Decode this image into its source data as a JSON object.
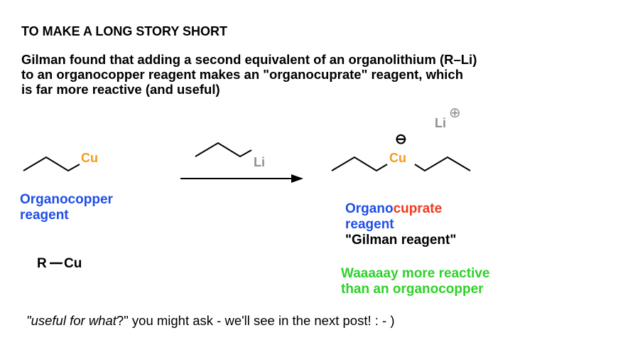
{
  "heading": "TO MAKE A LONG STORY SHORT",
  "intro": {
    "line1": "Gilman found that adding a second equivalent of an organolithium (R–Li)",
    "line2": "to an organocopper reagent makes an \"organocuprate\" reagent, which",
    "line3": "is far more reactive (and useful)"
  },
  "reactant": {
    "metal": "Cu",
    "label_line1": "Organocopper",
    "label_line2": "reagent",
    "formula_r": "R",
    "formula_cu": "Cu"
  },
  "reagent": {
    "metal": "Li"
  },
  "product": {
    "metal": "Cu",
    "anion": "⊖",
    "counterion": "Li",
    "cation": "⊕",
    "label_part1": "Organo",
    "label_part2": "cuprate",
    "label_line2": "reagent",
    "label_line3": "\"Gilman reagent\"",
    "note_line1": "Waaaaay more reactive",
    "note_line2": "than an organocopper"
  },
  "footer": {
    "open_quote": "\"",
    "italic": "useful for what",
    "rest": "?\" you might ask - we'll see in the next post!  : - )"
  },
  "colors": {
    "copper": "#f59a1a",
    "lithium": "#8f8f8f",
    "blue_label": "#1f4ee6",
    "red_label": "#f03a1c",
    "green_note": "#2ed12a"
  }
}
